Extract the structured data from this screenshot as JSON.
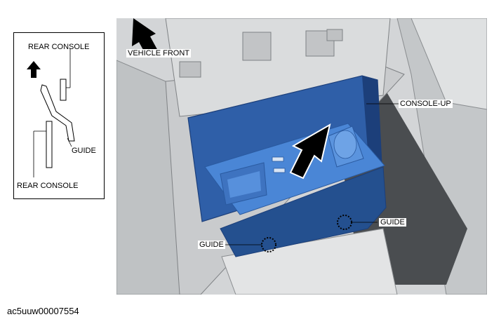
{
  "inset": {
    "label_top": "REAR CONSOLE",
    "label_bottom": "REAR CONSOLE",
    "label_guide": "GUIDE"
  },
  "main": {
    "label_front": "VEHICLE FRONT",
    "label_console_up": "CONSOLE-UP",
    "label_guide_right": "GUIDE",
    "label_guide_left": "GUIDE"
  },
  "caption": "ac5uuw00007554",
  "colors": {
    "console_blue": "#2f5fa8",
    "console_dark": "#1c3f7a",
    "console_light": "#4a86d6",
    "background_gray": "#cfd2d4"
  }
}
